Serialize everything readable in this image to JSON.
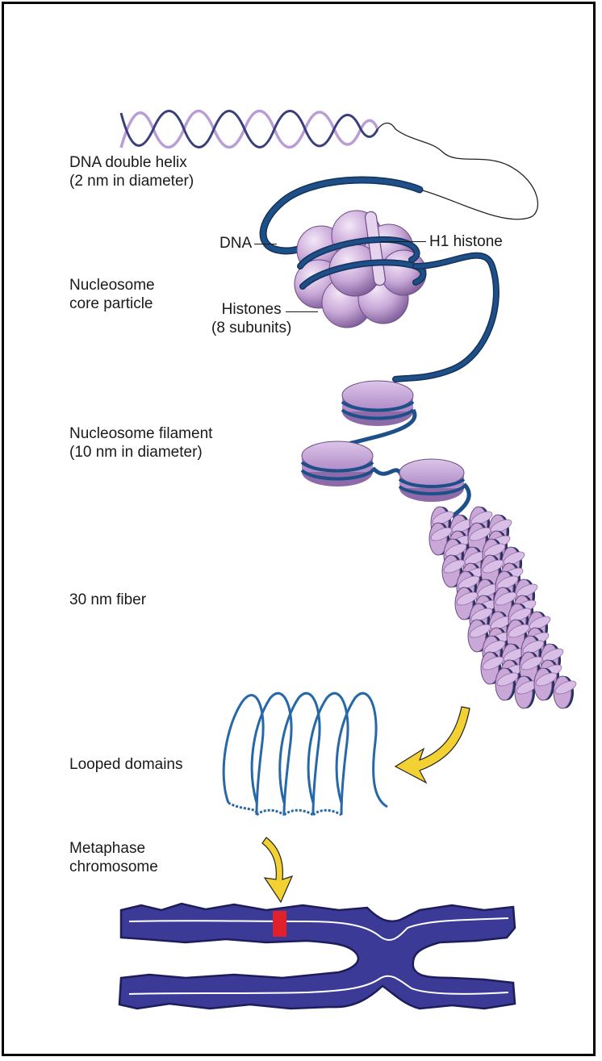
{
  "diagram": {
    "labels": {
      "dna_helix": [
        "DNA double helix",
        "(2 nm in diameter)"
      ],
      "dna": "DNA",
      "h1_histone": "H1 histone",
      "nucleosome_core": [
        "Nucleosome",
        "core particle"
      ],
      "histones": [
        "Histones",
        "(8 subunits)"
      ],
      "nucleosome_filament": [
        "Nucleosome filament",
        "(10 nm in diameter)"
      ],
      "fiber_30nm": "30 nm fiber",
      "looped_domains": "Looped domains",
      "metaphase_chromosome": [
        "Metaphase",
        "chromosome"
      ]
    },
    "colors": {
      "helix_strand_a": "#b99ed6",
      "helix_strand_b": "#3a3f7a",
      "dna_blue": "#1d4f88",
      "histone_lavender": "#c9a8d8",
      "histone_shadow": "#8f6aa8",
      "loop_blue": "#2668a8",
      "arrow_yellow": "#f4d133",
      "chromosome_navy": "#3b3a96",
      "band_red": "#e0202a"
    }
  }
}
